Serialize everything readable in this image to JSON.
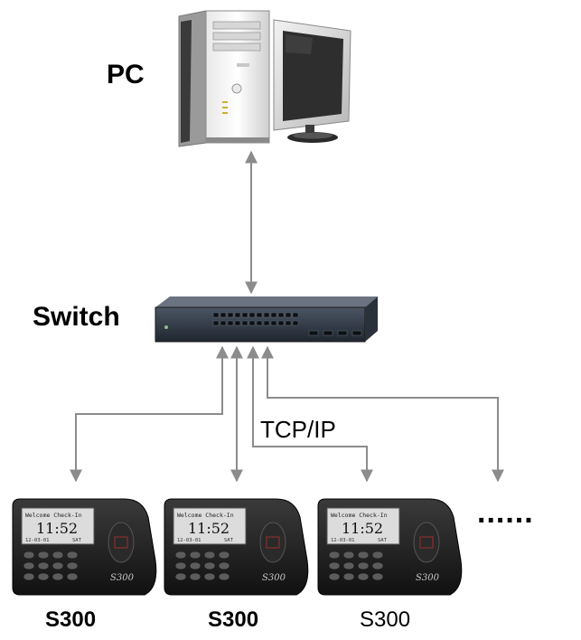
{
  "labels": {
    "pc": "PC",
    "switch": "Switch",
    "protocol": "TCP/IP",
    "more": "......"
  },
  "devices": [
    {
      "name": "S300",
      "model_badge": "S300",
      "screen_line1": "Welcome Check-In",
      "screen_time": "11:52",
      "screen_date": "12-03-01",
      "screen_day": "SAT"
    },
    {
      "name": "S300",
      "model_badge": "S300",
      "screen_line1": "Welcome Check-In",
      "screen_time": "11:52",
      "screen_date": "12-03-01",
      "screen_day": "SAT"
    },
    {
      "name": "S300",
      "model_badge": "S300",
      "screen_line1": "Welcome Check-In",
      "screen_time": "11:52",
      "screen_date": "12-03-01",
      "screen_day": "SAT"
    }
  ],
  "colors": {
    "connector": "#8c8c8c",
    "device_body": "#1c1c1c",
    "switch_body": "#2b3340",
    "screen": "#dcdcdc"
  }
}
